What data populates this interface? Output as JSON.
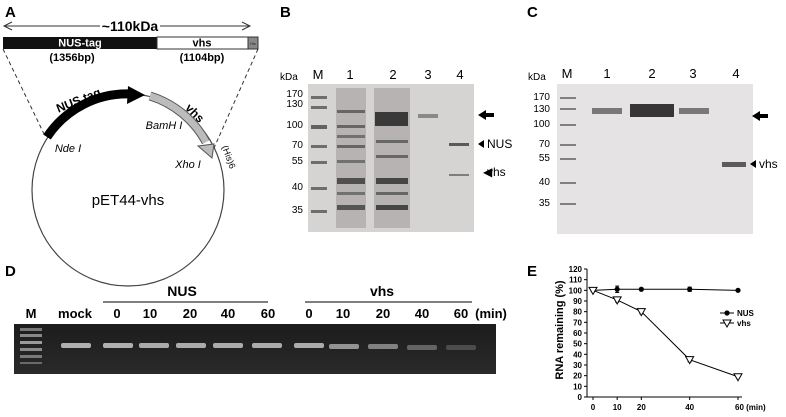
{
  "panels": {
    "a": {
      "label": "A",
      "size": "~110kDa",
      "segments": [
        {
          "name": "NUS-tag",
          "bp": "(1356bp)"
        },
        {
          "name": "vhs",
          "bp": "(1104bp)"
        },
        {
          "name": "His",
          "bp": ""
        }
      ],
      "plasmid": {
        "name": "pET44-vhs",
        "arc_nus": "NUS tag",
        "arc_vhs": "vhs",
        "site_nde": "Nde I",
        "site_bam": "BamH I",
        "site_xho": "Xho I",
        "his6": "(His)6"
      }
    },
    "b": {
      "label": "B",
      "unit": "kDa",
      "marker": "M",
      "lanes": [
        "1",
        "2",
        "3",
        "4"
      ],
      "ladder": [
        "170",
        "130",
        "100",
        "70",
        "55",
        "40",
        "35"
      ],
      "ann_nus": "NUS",
      "ann_vhs": "vhs"
    },
    "c": {
      "label": "C",
      "unit": "kDa",
      "marker": "M",
      "lanes": [
        "1",
        "2",
        "3",
        "4"
      ],
      "ladder": [
        "170",
        "130",
        "100",
        "70",
        "55",
        "40",
        "35"
      ],
      "ann_vhs": "vhs"
    },
    "d": {
      "label": "D",
      "marker": "M",
      "mock": "mock",
      "group_nus": "NUS",
      "group_vhs": "vhs",
      "times_nus": [
        "0",
        "10",
        "20",
        "40",
        "60"
      ],
      "times_vhs": [
        "0",
        "10",
        "20",
        "40",
        "60"
      ],
      "unit": "(min)"
    },
    "e": {
      "label": "E",
      "chart_data": {
        "type": "line",
        "ylabel": "RNA remaining (%)",
        "x": [
          0,
          10,
          20,
          40,
          60
        ],
        "x_tick_labels": [
          "0",
          "10",
          "20",
          "40",
          "60 (min)"
        ],
        "ylim": [
          0,
          120
        ],
        "y_ticks": [
          0,
          10,
          20,
          30,
          40,
          50,
          60,
          70,
          80,
          90,
          100,
          110,
          120
        ],
        "legend_position": "right",
        "grid": false,
        "series": [
          {
            "name": "NUS",
            "marker": "circle",
            "values": [
              100,
              101,
              101,
              101,
              100
            ],
            "errors": [
              0,
              3,
              0,
              2,
              0
            ]
          },
          {
            "name": "vhs",
            "marker": "triangle-down",
            "values": [
              100,
              91,
              80,
              35,
              19
            ],
            "errors": [
              0,
              2,
              2,
              2,
              1
            ]
          }
        ]
      }
    }
  }
}
